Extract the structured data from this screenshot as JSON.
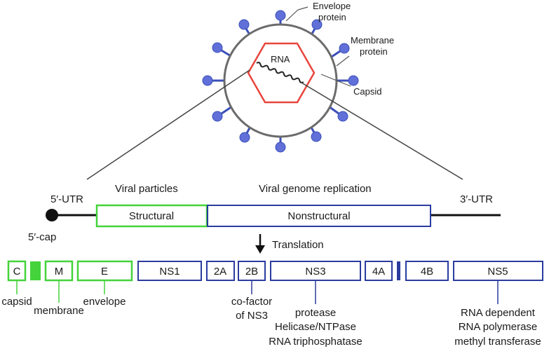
{
  "virion": {
    "rna_label": "RNA",
    "envelope_protein_line1": "Envelope",
    "envelope_protein_line2": "protein",
    "membrane_protein_line1": "Membrane",
    "membrane_protein_line2": "protein",
    "capsid_label": "Capsid",
    "colors": {
      "envelope": "#6b6b6b",
      "capsid": "#e8453c",
      "spike_stem": "#3b4fb8",
      "spike_ball": "#5a6ad6"
    }
  },
  "genome": {
    "utr5_label": "5′-UTR",
    "utr3_label": "3′-UTR",
    "cap_label": "5′-cap",
    "viral_particles_label": "Viral particles",
    "viral_replication_label": "Viral genome replication",
    "structural_label": "Structural",
    "nonstructural_label": "Nonstructural",
    "translation_label": "Translation",
    "colors": {
      "structural": "#44d33a",
      "nonstructural": "#2b3c9e"
    }
  },
  "proteins": {
    "c": "C",
    "m": "M",
    "e": "E",
    "ns1": "NS1",
    "p2a": "2A",
    "p2b": "2B",
    "ns3": "NS3",
    "p4a": "4A",
    "p4b": "4B",
    "ns5": "NS5"
  },
  "annotations": {
    "capsid": "capsid",
    "membrane": "membrane",
    "envelope": "envelope",
    "cofactor_line1": "co-factor",
    "cofactor_line2": "of NS3",
    "ns3_line1": "protease",
    "ns3_line2": "Helicase/NTPase",
    "ns3_line3": "RNA triphosphatase",
    "ns5_line1": "RNA dependent",
    "ns5_line2": "RNA polymerase",
    "ns5_line3": "methyl transferase"
  }
}
